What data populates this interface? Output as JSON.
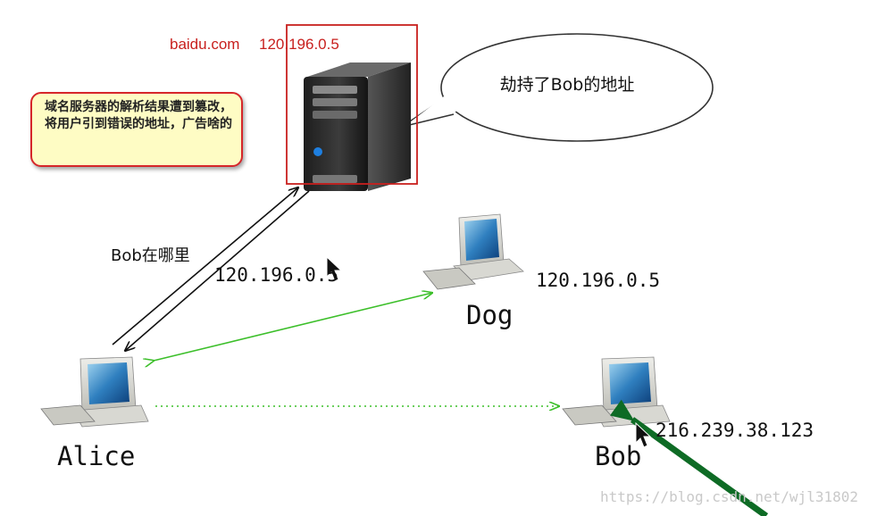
{
  "dns_server": {
    "domain": "baidu.com",
    "ip": "120.196.0.5"
  },
  "note": {
    "text": "域名服务器的解析结果遭到篡改，将用户引到错误的地址，广告啥的"
  },
  "bubble": {
    "text": "劫持了Bob的地址"
  },
  "query": {
    "question": "Bob在哪里",
    "answer_ip": "120.196.0.5"
  },
  "nodes": {
    "dog": {
      "name": "Dog",
      "ip": "120.196.0.5"
    },
    "alice": {
      "name": "Alice"
    },
    "bob": {
      "name": "Bob",
      "ip": "216.239.38.123"
    }
  },
  "watermark": "https://blog.csdn.net/wjl31802",
  "colors": {
    "highlight_red": "#c8201e",
    "hijack_arrow": "#27a11d",
    "attack_arrow": "#0e6b25",
    "note_fill": "#fefcc4"
  }
}
